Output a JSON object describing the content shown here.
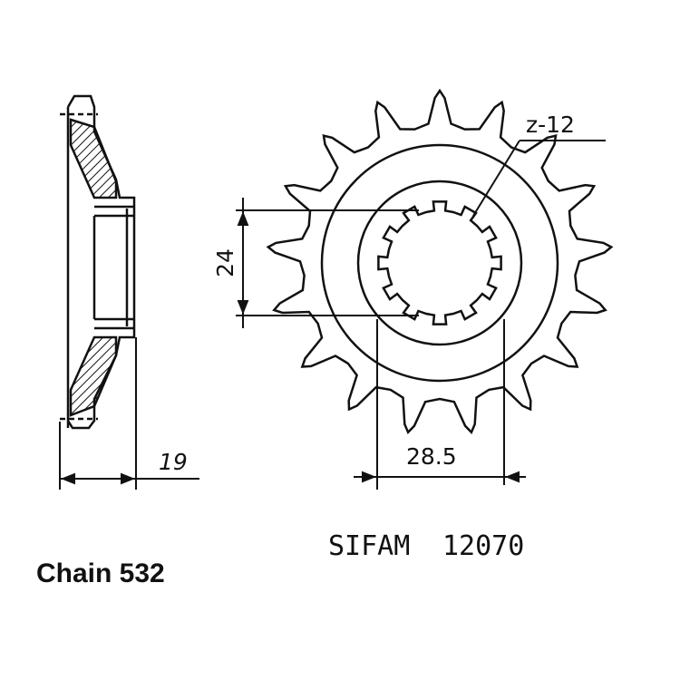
{
  "colors": {
    "ink": "#111111",
    "background": "#ffffff"
  },
  "sprocket": {
    "teeth": 17,
    "spline_count": 12
  },
  "labels": {
    "spline": "z-12",
    "inner_diameter": "24",
    "side_width": "19",
    "center_width": "28.5",
    "brand": "SIFAM",
    "part_number": "12070",
    "chain": "Chain 532"
  }
}
